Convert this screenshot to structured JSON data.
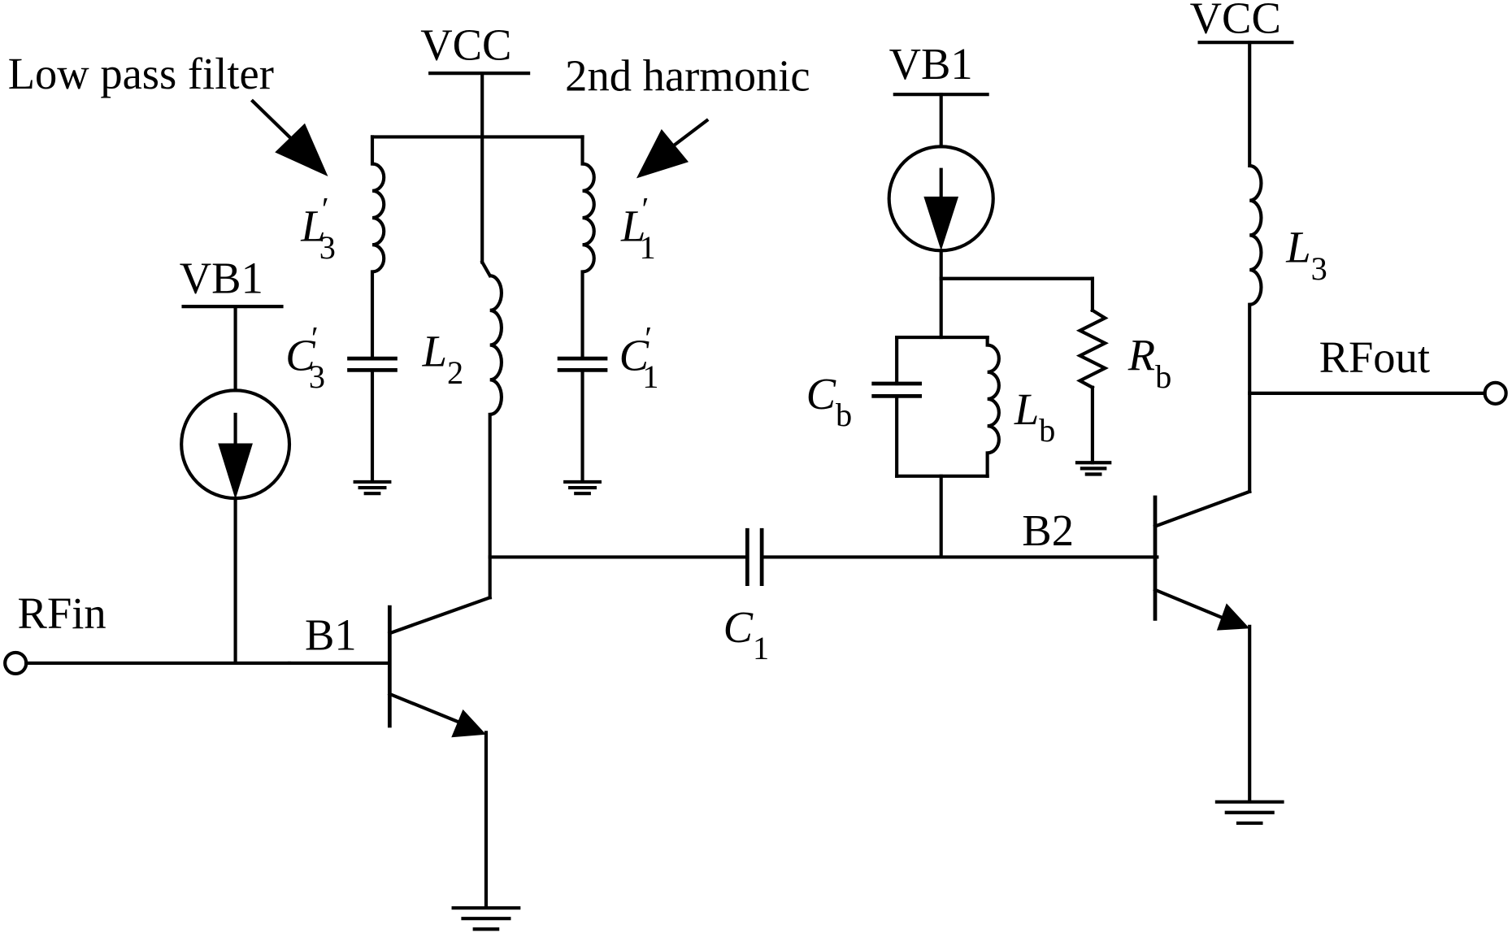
{
  "labels": {
    "low_pass_filter": "Low pass filter",
    "second_harmonic": "2nd harmonic",
    "vcc_left": "VCC",
    "vcc_right": "VCC",
    "vb1_mid": "VB1",
    "vb1_left": "VB1",
    "rfin": "RFin",
    "rfout": "RFout",
    "b1": "B1",
    "b2": "B2"
  },
  "components": {
    "l3p": {
      "sym": "L",
      "prime": "′",
      "sub": "3"
    },
    "l1p": {
      "sym": "L",
      "prime": "′",
      "sub": "1"
    },
    "c3p": {
      "sym": "C",
      "prime": "′",
      "sub": "3"
    },
    "c1p": {
      "sym": "C",
      "prime": "′",
      "sub": "1"
    },
    "l2": {
      "sym": "L",
      "sub": "2"
    },
    "l3": {
      "sym": "L",
      "sub": "3"
    },
    "c1": {
      "sym": "C",
      "sub": "1"
    },
    "cb": {
      "sym": "C",
      "sub": "b"
    },
    "lb": {
      "sym": "L",
      "sub": "b"
    },
    "rb": {
      "sym": "R",
      "sub": "b"
    }
  }
}
